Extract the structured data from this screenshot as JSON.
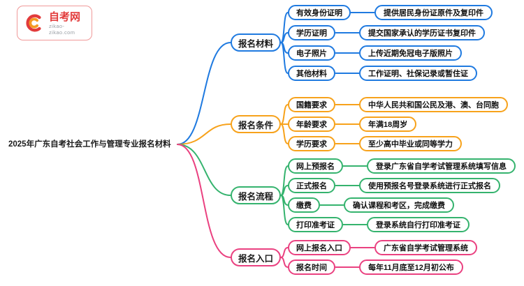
{
  "logo": {
    "name": "自考网",
    "domain": "zikao-zikao.com"
  },
  "root": {
    "label": "2025年广东自考社会工作与管理专业报名材料"
  },
  "branches": [
    {
      "label": "报名材料",
      "color": "#1f7ae0",
      "items": [
        {
          "label": "有效身份证明",
          "value": "提供居民身份证原件及复印件"
        },
        {
          "label": "学历证明",
          "value": "提交国家承认的学历证书复印件"
        },
        {
          "label": "电子照片",
          "value": "上传近期免冠电子版照片"
        },
        {
          "label": "其他材料",
          "value": "工作证明、社保记录或暂住证"
        }
      ]
    },
    {
      "label": "报名条件",
      "color": "#f7a21b",
      "items": [
        {
          "label": "国籍要求",
          "value": "中华人民共和国公民及港、澳、台同胞"
        },
        {
          "label": "年龄要求",
          "value": "年满18周岁"
        },
        {
          "label": "学历要求",
          "value": "至少高中毕业或同等学力"
        }
      ]
    },
    {
      "label": "报名流程",
      "color": "#35b36e",
      "items": [
        {
          "label": "网上预报名",
          "value": "登录广东省自学考试管理系统填写信息"
        },
        {
          "label": "正式报名",
          "value": "使用预报名号登录系统进行正式报名"
        },
        {
          "label": "缴费",
          "value": "确认课程和考区，完成缴费"
        },
        {
          "label": "打印准考证",
          "value": "登录系统自行打印准考证"
        }
      ]
    },
    {
      "label": "报名入口",
      "color": "#ea4180",
      "items": [
        {
          "label": "网上报名入口",
          "value": "广东省自学考试管理系统"
        },
        {
          "label": "报名时间",
          "value": "每年11月底至12月初公布"
        }
      ]
    }
  ]
}
